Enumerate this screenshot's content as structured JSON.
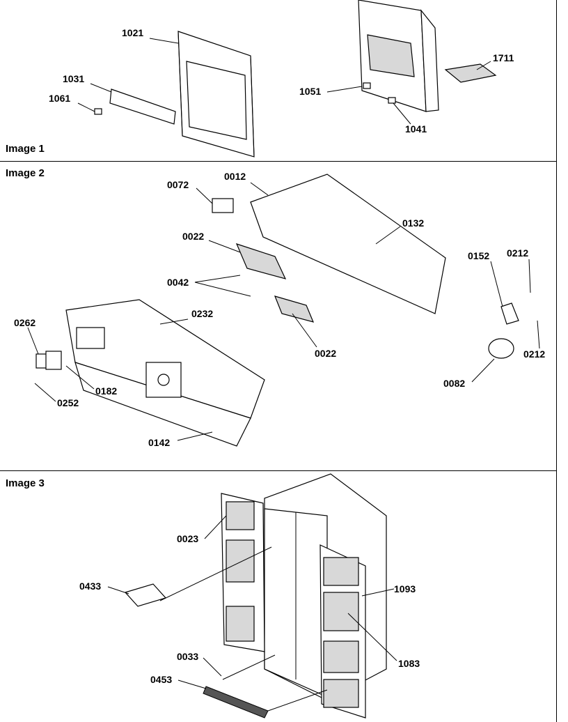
{
  "sections": [
    {
      "id": "image1",
      "title": "Image 1"
    },
    {
      "id": "image2",
      "title": "Image 2"
    },
    {
      "id": "image3",
      "title": "Image 3"
    }
  ],
  "callouts": {
    "image1": [
      "1021",
      "1031",
      "1061",
      "1711",
      "1051",
      "1041"
    ],
    "image2": [
      "0072",
      "0012",
      "0132",
      "0022",
      "0042",
      "0022",
      "0152",
      "0212",
      "0212",
      "0262",
      "0232",
      "0182",
      "0252",
      "0082",
      "0142"
    ],
    "image3": [
      "0023",
      "0433",
      "1093",
      "1083",
      "0033",
      "0453"
    ]
  }
}
